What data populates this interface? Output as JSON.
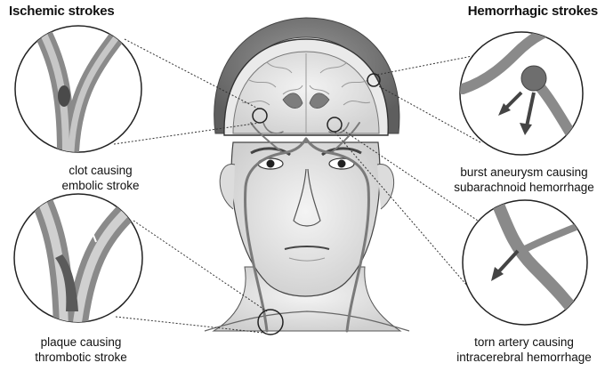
{
  "headings": {
    "ischemic": "Ischemic strokes",
    "hemorrhagic": "Hemorrhagic strokes"
  },
  "captions": {
    "clot": {
      "line1": "clot causing",
      "line2": "embolic stroke"
    },
    "plaque": {
      "line1": "plaque causing",
      "line2": "thrombotic stroke"
    },
    "burst": {
      "line1": "burst aneurysm causing",
      "line2": "subarachnoid hemorrhage"
    },
    "torn": {
      "line1": "torn artery causing",
      "line2": "intracerebral hemorrhage"
    }
  },
  "colors": {
    "artery": "#7a7a7a",
    "artery_light": "#b9b9b9",
    "skin": "#e6e6e6",
    "outline": "#222222",
    "hair": "#8a8a8a"
  }
}
